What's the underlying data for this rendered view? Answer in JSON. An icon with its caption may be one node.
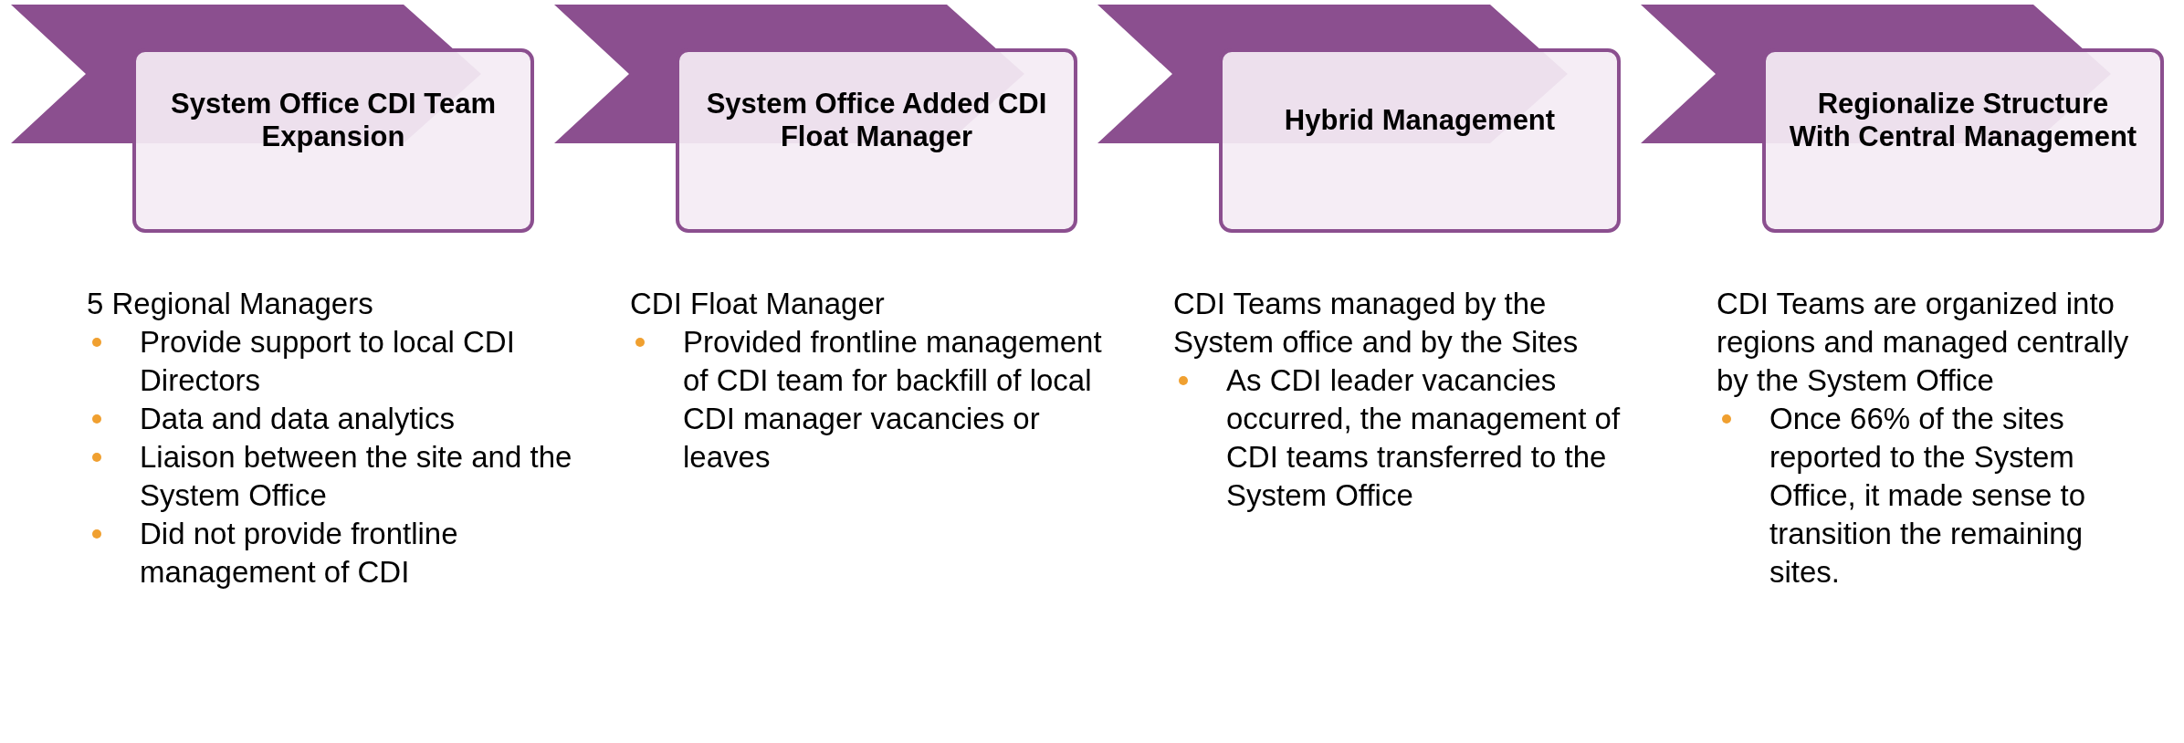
{
  "diagram": {
    "nodes": [
      {
        "text": [
          "System Office CDI Team Expansion"
        ],
        "beside": [
          "5 Regional Managers",
          "Provide support to local CDI Directors",
          "Data and data analytics",
          "Liaison between the site and the System Office",
          "Did not provide frontline management of CDI"
        ]
      },
      {
        "text": [
          "System Office Added CDI Float Manager"
        ],
        "beside": [
          "CDI Float Manager",
          "Provided frontline management of CDI team for backfill of local CDI manager vacancies or leaves"
        ]
      },
      {
        "text": [
          "Hybrid Management"
        ],
        "beside": [
          "CDI Teams managed by the System office and by the Sites",
          "As CDI leader vacancies occurred, the management of CDI teams transferred to the System Office"
        ]
      },
      {
        "text": [
          "Regionalize Structure With Central Management"
        ],
        "beside": [
          "CDI Teams are organized into regions and managed centrally by the System Office",
          "Once 66% of the sites reported to the System Office, it made sense to transition the remaining sites."
        ]
      }
    ]
  }
}
